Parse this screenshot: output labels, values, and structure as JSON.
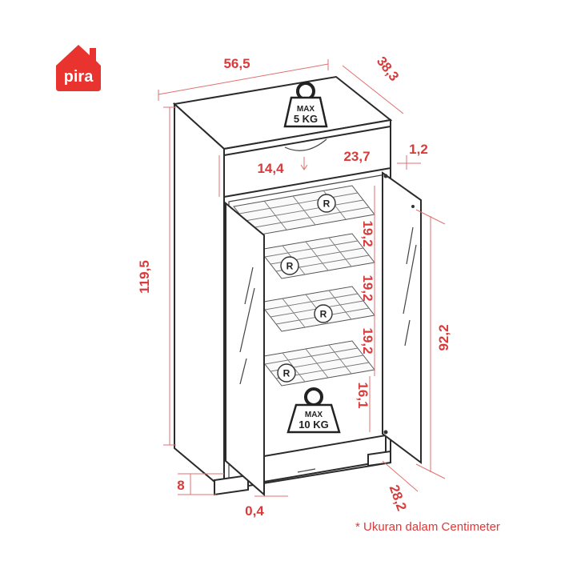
{
  "brand": {
    "logo_text": "pira",
    "logo_color": "#e8332e"
  },
  "dimensions": {
    "width": "56,5",
    "depth": "38,3",
    "height": "119,5",
    "drawer_height": "14,4",
    "drawer_depth": "23,7",
    "top_gap": "1,2",
    "shelf_gap_1": "19,2",
    "shelf_gap_2": "19,2",
    "shelf_gap_3": "19,2",
    "shelf_gap_bottom": "16,1",
    "door_height": "92,2",
    "base_height": "8",
    "door_thickness": "0,4",
    "door_depth": "28,2"
  },
  "weights": {
    "drawer": {
      "line1": "MAX",
      "line2": "5 KG"
    },
    "shelf": {
      "line1": "MAX",
      "line2": "10 KG"
    }
  },
  "rack_mark": "R",
  "note": "* Ukuran dalam Centimeter",
  "colors": {
    "dimension": "#d93a3a",
    "outline": "#2b2b2b"
  }
}
